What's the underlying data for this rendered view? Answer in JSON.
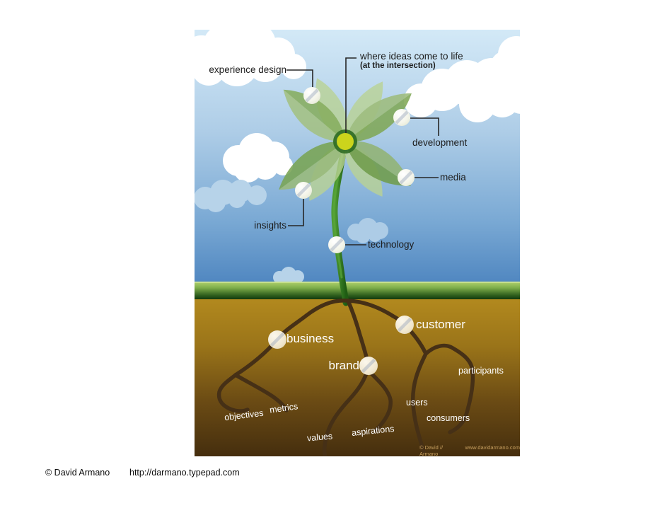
{
  "image": {
    "sky_labels": {
      "experience_design": "experience design",
      "where_ideas_line1": "where ideas come to life",
      "where_ideas_line2": "(at the intersection)",
      "development": "development",
      "media": "media",
      "insights": "insights",
      "technology": "technology"
    },
    "soil_labels": {
      "customer": "customer",
      "business": "business",
      "brand": "brand",
      "participants": "participants",
      "users": "users",
      "consumers": "consumers",
      "metrics": "metrics",
      "objectives": "objectives",
      "values": "values",
      "aspirations": "aspirations"
    },
    "credit": {
      "author": "© David // Armano",
      "site": "www.davidarmano.com"
    }
  },
  "footer": {
    "copyright": "© David Armano",
    "url": "http://darmano.typepad.com"
  },
  "colors": {
    "sky_top": "#d3e9f7",
    "sky_horizon": "#4f86c0",
    "grass_light": "#a9cc67",
    "grass_dark": "#173d12",
    "soil_top": "#b2891e",
    "soil_bottom": "#452e0e",
    "root": "#463016",
    "petal_main": "#7fa757",
    "petal_light": "#b9d293",
    "flower_center": "#ccd41c",
    "node_fill": "#f2f3e6",
    "label_dark": "#1c1c1c",
    "label_light": "#ffffff",
    "credit_text": "#c8a060"
  }
}
